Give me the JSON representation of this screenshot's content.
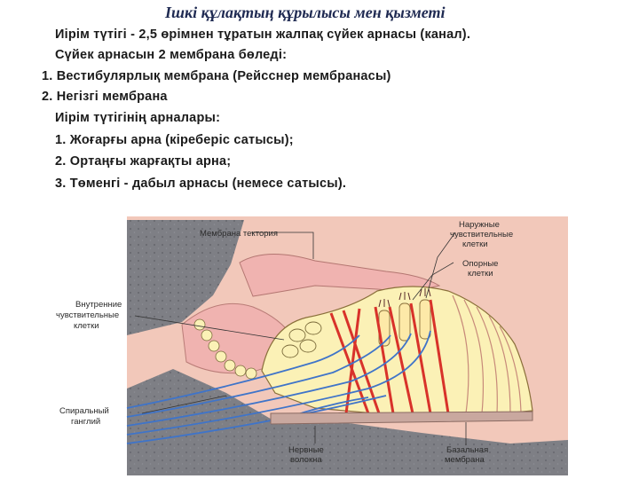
{
  "title": "Ішкі құлақтың құрылысы мен қызметі",
  "text_lines": [
    "Иірім түтігі - 2,5 өрімнен тұратын жалпақ сүйек арнасы (канал).",
    "Сүйек арнасын 2 мембрана бөледі:",
    "1. Вестибулярлық мембрана (Рейсснер мембранасы)",
    "2. Негізгі мембрана",
    "Иірім түтігінің арналары:",
    "1. Жоғарғы арна (кіреберіс сатысы);",
    "2. Ортаңғы жарғақты арна;",
    "3. Төменгі - дабыл арнасы (немесе сатысы)."
  ],
  "figure": {
    "labels": {
      "tectorial_membrane": "Мембрана тектория",
      "outer_hair_cells": [
        "Наружные",
        "чувствительные",
        "клетки"
      ],
      "support_cells": [
        "Опорные",
        "клетки"
      ],
      "inner_hair_cells": [
        "Внутренние",
        "чувствительные",
        "клетки"
      ],
      "spiral_ganglion": [
        "Спиральный",
        "ганглий"
      ],
      "nerve_fibers": [
        "Нервные",
        "волокна"
      ],
      "basilar_membrane": [
        "Базальная",
        "мембрана"
      ]
    },
    "colors": {
      "bone": "#f2c8ba",
      "tissue_gray": "#7e7f85",
      "membrane_pink": "#f0b3b0",
      "cell_yellow": "#fbf1b6",
      "pillar_red": "#d8322a",
      "nerve_blue": "#3f74c9"
    }
  }
}
